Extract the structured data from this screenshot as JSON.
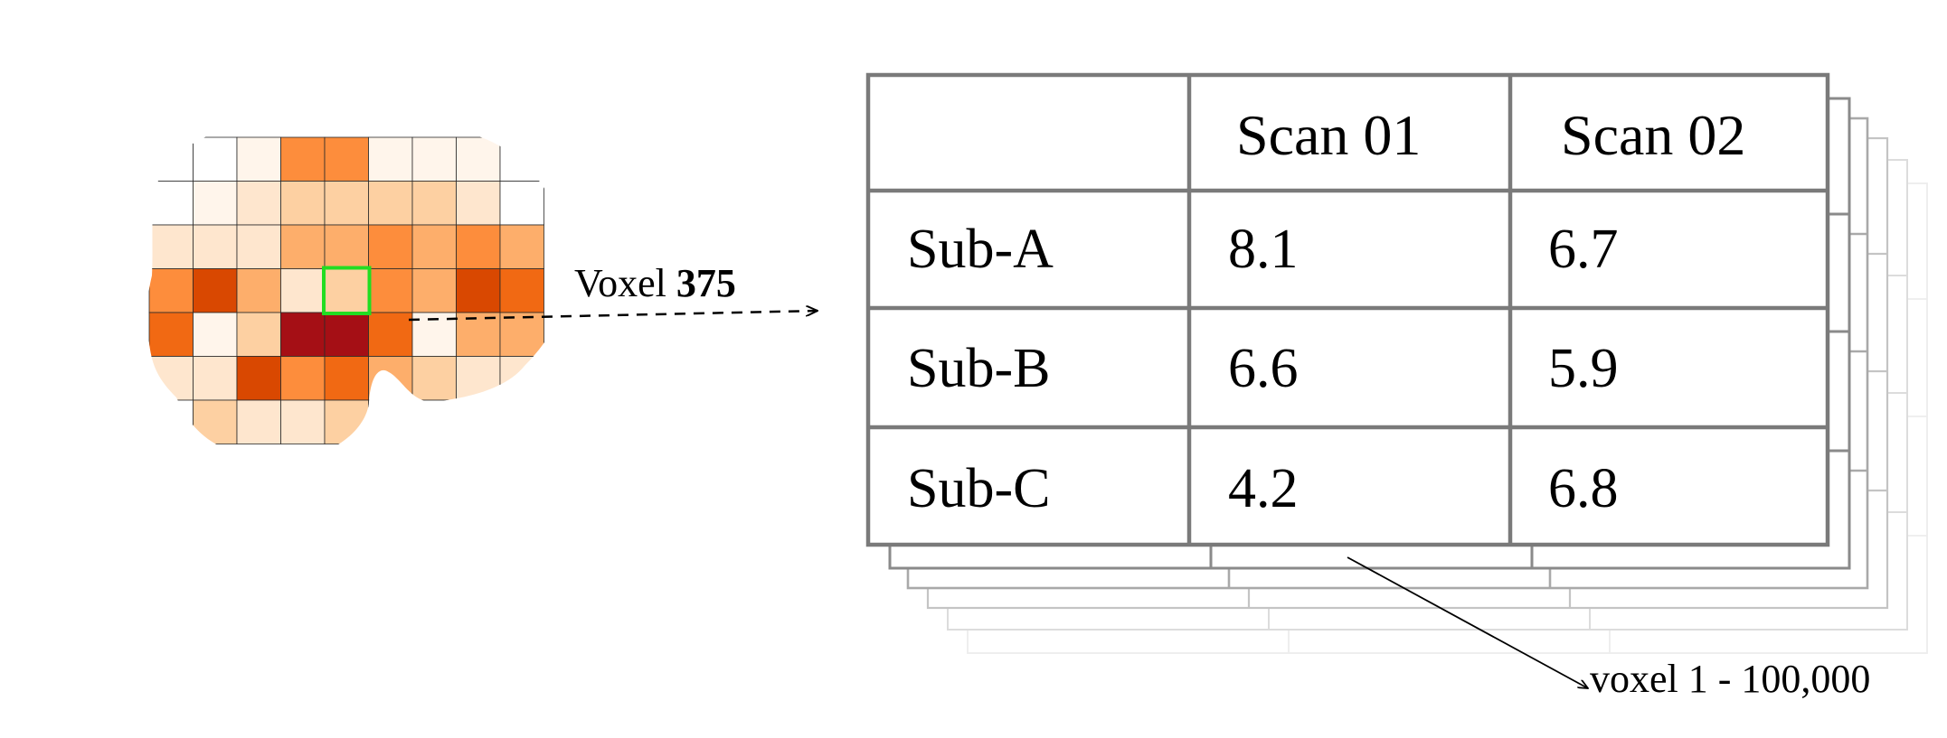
{
  "voxel_callout": {
    "prefix": "Voxel",
    "number": "375"
  },
  "table": {
    "headers": [
      "",
      "Scan 01",
      "Scan 02"
    ],
    "rows": [
      {
        "label": "Sub-A",
        "values": [
          "8.1",
          "6.7"
        ]
      },
      {
        "label": "Sub-B",
        "values": [
          "6.6",
          "5.9"
        ]
      },
      {
        "label": "Sub-C",
        "values": [
          "4.2",
          "6.8"
        ]
      }
    ]
  },
  "stack_label": "voxel 1 - 100,000",
  "colors": {
    "grid_line": "#7a7a7a",
    "highlight": "#22dd22",
    "heat_scale": [
      "#fff5eb",
      "#fee6ce",
      "#fdd0a2",
      "#fdae6b",
      "#fd8d3c",
      "#f16913",
      "#d94801",
      "#a50f15"
    ]
  },
  "heatmap": {
    "cols": 9,
    "rows": 7,
    "highlight_cell": [
      4,
      3
    ],
    "levels": [
      [
        -1,
        -1,
        0,
        4,
        4,
        0,
        0,
        0,
        -1
      ],
      [
        -1,
        0,
        1,
        2,
        2,
        2,
        2,
        1,
        -1
      ],
      [
        1,
        1,
        1,
        3,
        3,
        4,
        3,
        4,
        3
      ],
      [
        4,
        6,
        3,
        1,
        2,
        4,
        3,
        6,
        5
      ],
      [
        5,
        0,
        2,
        7,
        7,
        5,
        0,
        3,
        3
      ],
      [
        1,
        1,
        6,
        4,
        5,
        3,
        2,
        1,
        1
      ],
      [
        -1,
        2,
        1,
        1,
        2,
        1,
        -1,
        -1,
        -1
      ]
    ]
  }
}
